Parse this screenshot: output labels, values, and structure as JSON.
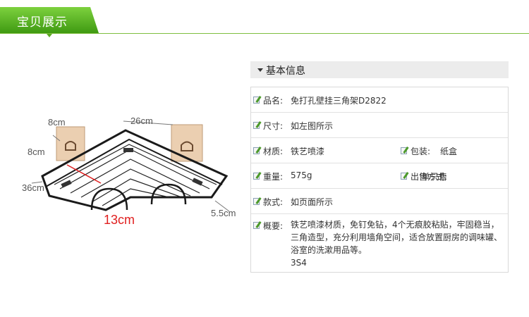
{
  "header": {
    "title": "宝贝展示"
  },
  "product": {
    "dims": {
      "width_top": "26cm",
      "width_left": "8cm",
      "height_left": "8cm",
      "depth_left": "36cm",
      "inner_front": "13cm",
      "height_right": "5.5cm"
    }
  },
  "info": {
    "section_title": "基本信息",
    "rows": [
      {
        "label": "品名:",
        "value": "免打孔壁挂三角架D2822"
      },
      {
        "label": "尺寸:",
        "value": "如左图所示"
      },
      {
        "label": "材质:",
        "value": "铁艺喷漆",
        "label2": "包装:",
        "value2": "纸盒"
      },
      {
        "label": "重量:",
        "value": "575g",
        "label2": "出售方式:",
        "value2": "单只售"
      },
      {
        "label": "款式:",
        "value": "如页面所示"
      },
      {
        "label": "概要:",
        "lines": [
          "铁艺喷漆材质，免钉免钻，4个无痕胶粘贴，牢固稳当，",
          "三角造型，充分利用墙角空间，适合放置厨房的调味罐、",
          "浴室的洗漱用品等。",
          "3S4"
        ]
      }
    ]
  }
}
